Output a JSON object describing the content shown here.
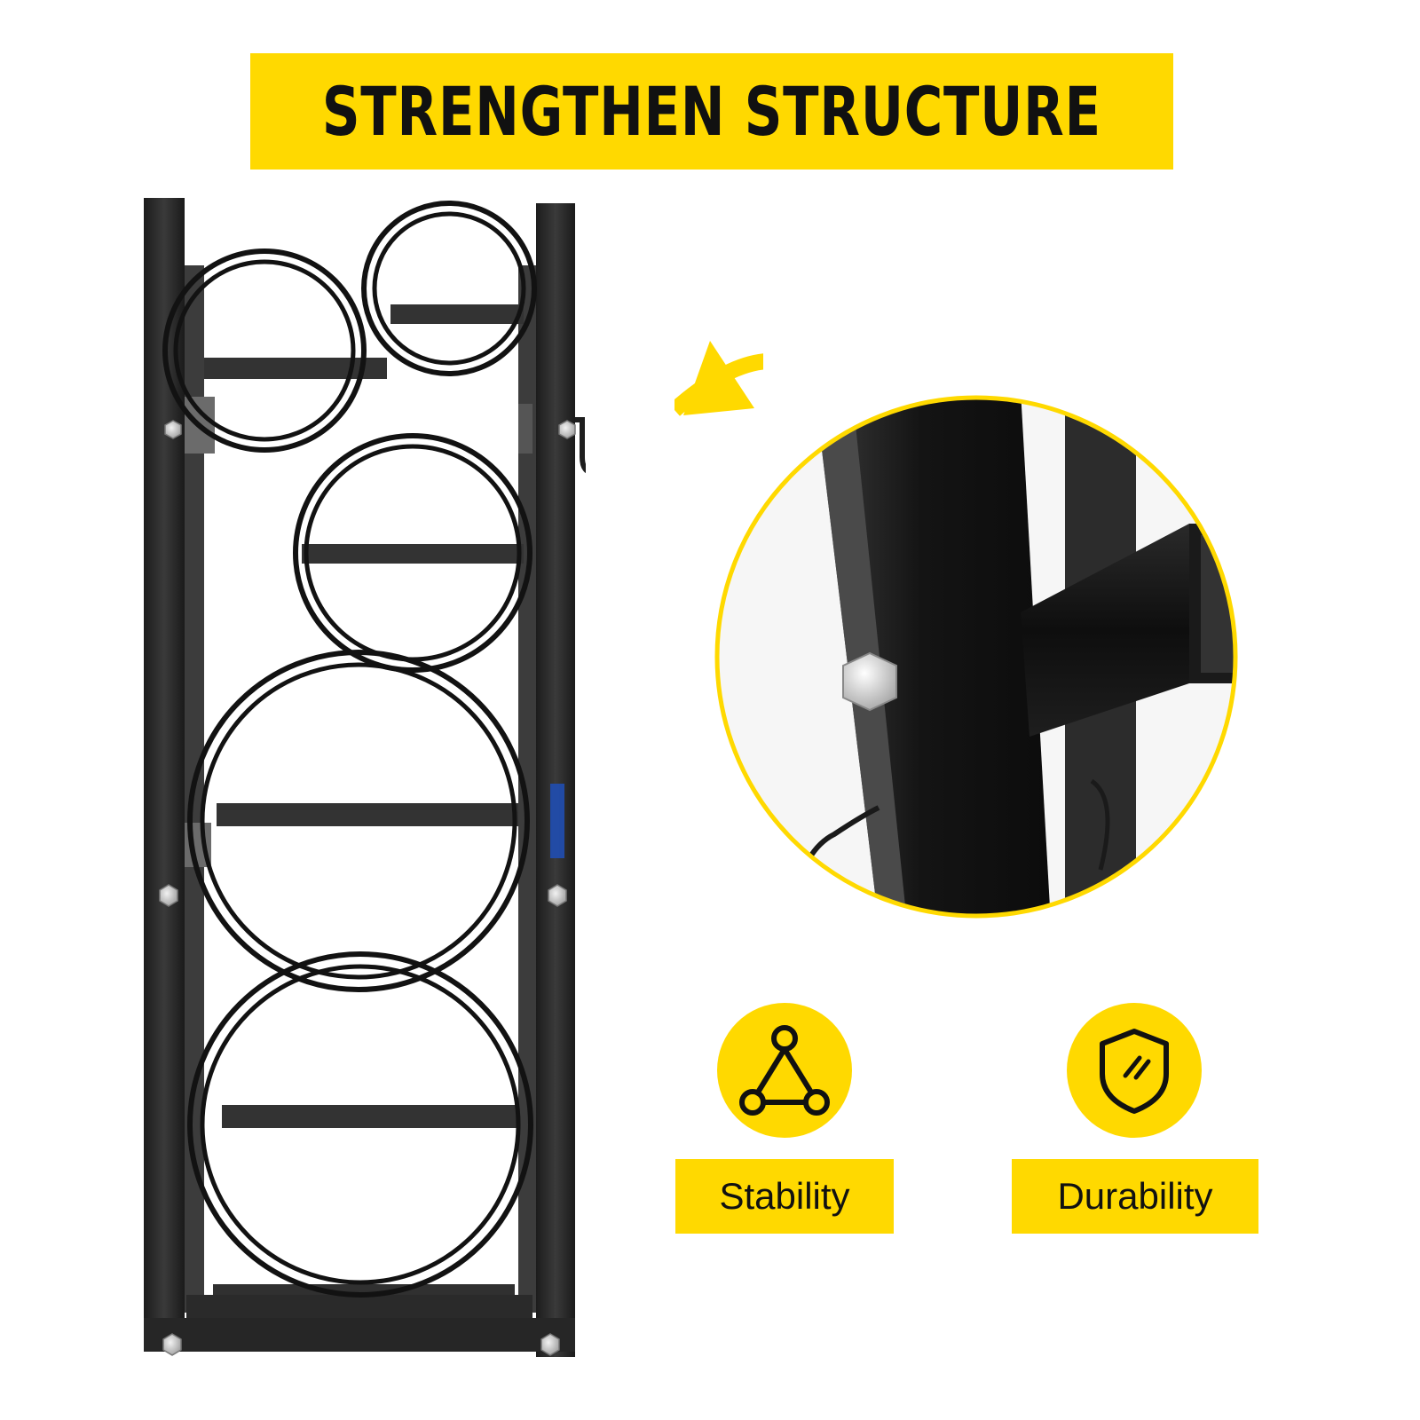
{
  "banner": {
    "title": "STRENGTHEN STRUCTURE"
  },
  "features": [
    {
      "label": "Stability",
      "icon": "triangle-nodes-icon"
    },
    {
      "label": "Durability",
      "icon": "shield-icon"
    }
  ],
  "colors": {
    "accent": "#ffd900",
    "frame": "#2b2b2b",
    "text": "#111111"
  }
}
